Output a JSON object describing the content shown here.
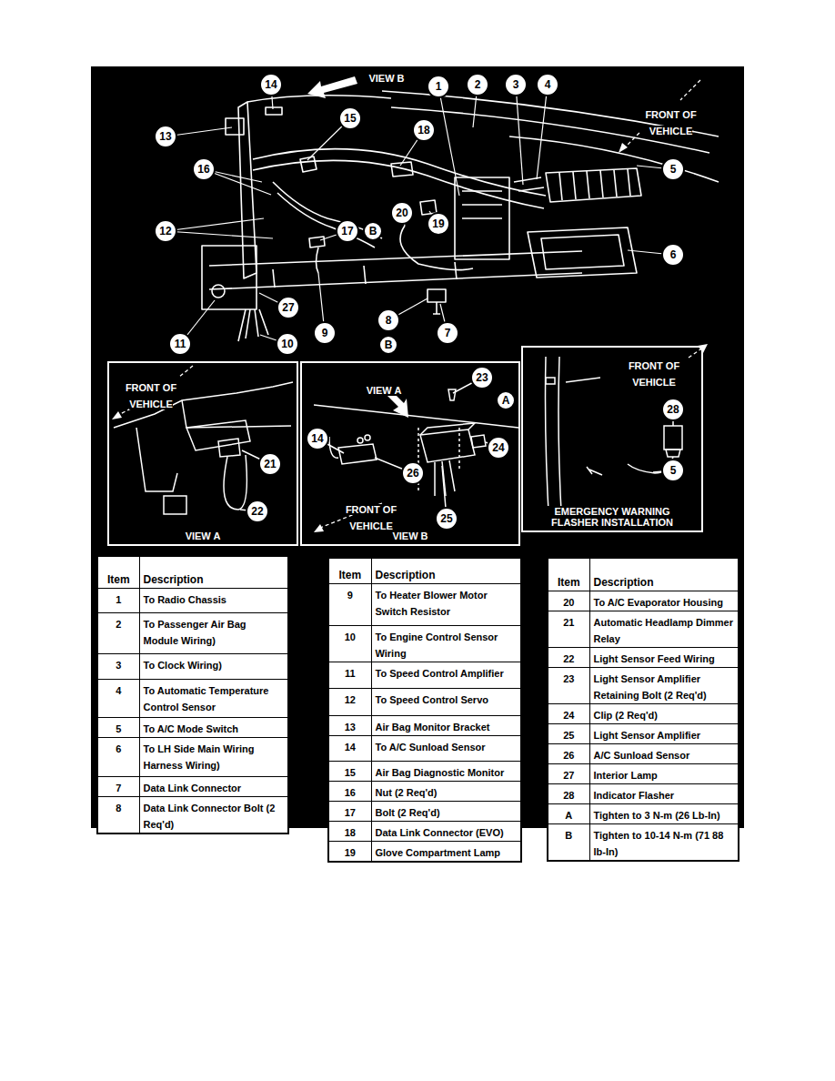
{
  "diagram": {
    "nodes": [
      {
        "text": [
          "14"
        ]
      },
      {
        "text": [
          "13"
        ]
      },
      {
        "text": [
          "15"
        ]
      },
      {
        "text": [
          "18"
        ]
      },
      {
        "text": [
          "1"
        ]
      },
      {
        "text": [
          "2"
        ]
      },
      {
        "text": [
          "3"
        ]
      },
      {
        "text": [
          "4"
        ]
      },
      {
        "text": [
          "16"
        ]
      },
      {
        "text": [
          "5"
        ]
      },
      {
        "text": [
          "12"
        ]
      },
      {
        "text": [
          "17"
        ]
      },
      {
        "text": [
          "B"
        ]
      },
      {
        "text": [
          "20"
        ]
      },
      {
        "text": [
          "19"
        ]
      },
      {
        "text": [
          "6"
        ]
      },
      {
        "text": [
          "27"
        ]
      },
      {
        "text": [
          "9"
        ]
      },
      {
        "text": [
          "8"
        ]
      },
      {
        "text": [
          "7"
        ]
      },
      {
        "text": [
          "11"
        ]
      },
      {
        "text": [
          "10"
        ]
      },
      {
        "text": [
          "B"
        ]
      },
      {
        "text": [
          "VIEW A"
        ]
      },
      {
        "text": [
          "21"
        ],
        "in": 23
      },
      {
        "text": [
          "22"
        ],
        "in": 23
      },
      {
        "text": [
          "VIEW B"
        ]
      },
      {
        "text": [
          "23"
        ],
        "in": 26
      },
      {
        "text": [
          "A"
        ],
        "in": 26
      },
      {
        "text": [
          "14"
        ],
        "in": 26
      },
      {
        "text": [
          "24"
        ],
        "in": 26
      },
      {
        "text": [
          "26"
        ],
        "in": 26
      },
      {
        "text": [
          "25"
        ],
        "in": 26
      },
      {
        "text": [
          "EMERGENCY WARNING FLASHER INSTALLATION"
        ]
      },
      {
        "text": [
          "28"
        ],
        "in": 33
      },
      {
        "text": [
          "5"
        ],
        "in": 33
      }
    ],
    "labels": [
      "VIEW B",
      "FRONT OF VEHICLE",
      "FRONT OF VEHICLE",
      "VIEW A",
      "FRONT OF VEHICLE",
      "FRONT OF VEHICLE",
      "Item",
      "Description",
      "1",
      "To Radio Chassis",
      "2",
      "To Passenger Air Bag Module Wiring)",
      "3",
      "To Clock Wiring)",
      "4",
      "To Automatic Temperature Control Sensor",
      "5",
      "To A/C Mode Switch",
      "6",
      "To LH Side Main Wiring Harness Wiring)",
      "7",
      "Data Link Connector",
      "8",
      "Data Link Connector Bolt (2 Req'd)",
      "Item",
      "Description",
      "9",
      "To Heater Blower Motor Switch Resistor",
      "10",
      "To Engine Control Sensor Wiring",
      "11",
      "To Speed Control Amplifier",
      "12",
      "To Speed Control Servo",
      "13",
      "Air Bag Monitor Bracket",
      "14",
      "To A/C Sunload Sensor",
      "15",
      "Air Bag Diagnostic Monitor",
      "16",
      "Nut (2 Req'd)",
      "17",
      "Bolt (2 Req'd)",
      "18",
      "Data Link Connector (EVO)",
      "19",
      "Glove Compartment Lamp",
      "Item",
      "Description",
      "20",
      "To A/C Evaporator Housing",
      "21",
      "Automatic Headlamp Dimmer Relay",
      "22",
      "Light Sensor Feed Wiring",
      "23",
      "Light Sensor Amplifier Retaining Bolt (2 Req'd)",
      "24",
      "Clip (2 Req'd)",
      "25",
      "Light Sensor Amplifier",
      "26",
      "A/C Sunload Sensor",
      "27",
      "Interior Lamp",
      "28",
      "Indicator Flasher",
      "A",
      "Tighten to 3 N-m (26 Lb-In)",
      "B",
      "Tighten to 10-14 N-m (71 88 lb-In)"
    ]
  }
}
